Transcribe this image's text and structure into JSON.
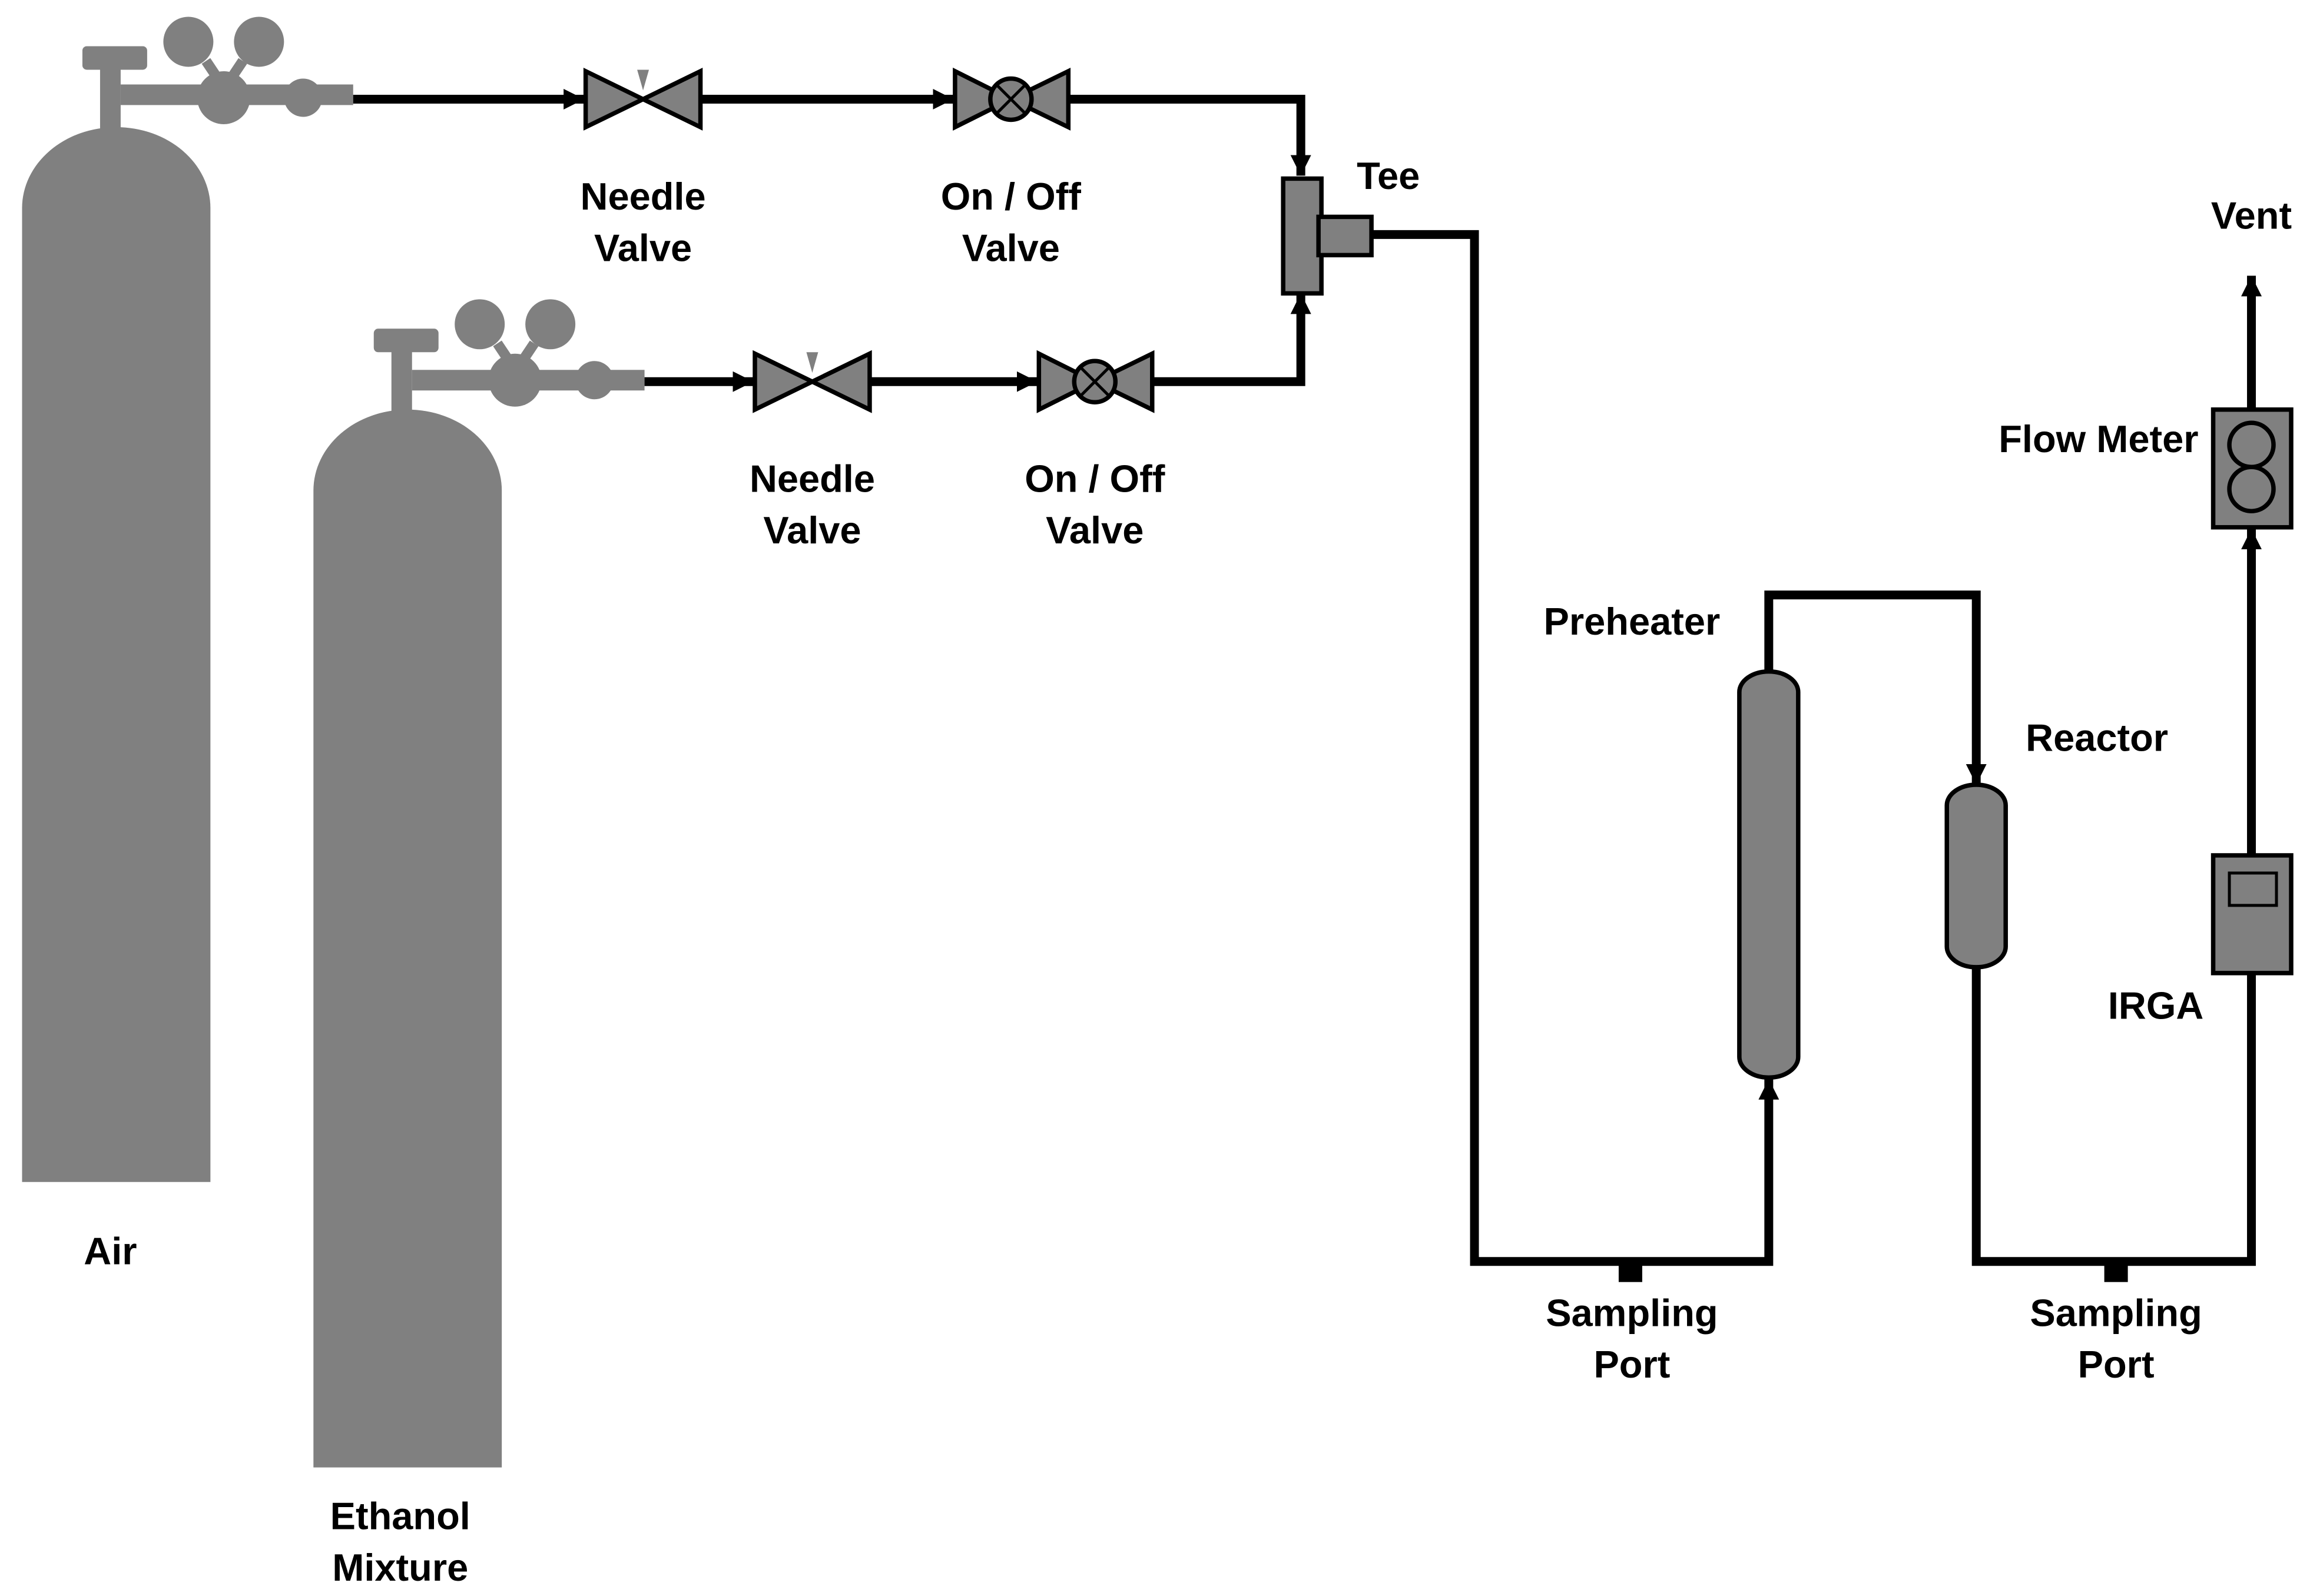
{
  "labels": {
    "air": "Air",
    "ethanol_line1": "Ethanol",
    "ethanol_line2": "Mixture",
    "needle_valve_1_line1": "Needle",
    "needle_valve_1_line2": "Valve",
    "onoff_valve_1_line1": "On / Off",
    "onoff_valve_1_line2": "Valve",
    "needle_valve_2_line1": "Needle",
    "needle_valve_2_line2": "Valve",
    "onoff_valve_2_line1": "On / Off",
    "onoff_valve_2_line2": "Valve",
    "tee": "Tee",
    "vent": "Vent",
    "flow_meter": "Flow Meter",
    "preheater": "Preheater",
    "reactor": "Reactor",
    "irga": "IRGA",
    "sampling_port_1_line1": "Sampling",
    "sampling_port_1_line2": "Port",
    "sampling_port_2_line1": "Sampling",
    "sampling_port_2_line2": "Port"
  },
  "colors": {
    "equipment": "#808080",
    "line": "#000000",
    "background": "#ffffff"
  }
}
